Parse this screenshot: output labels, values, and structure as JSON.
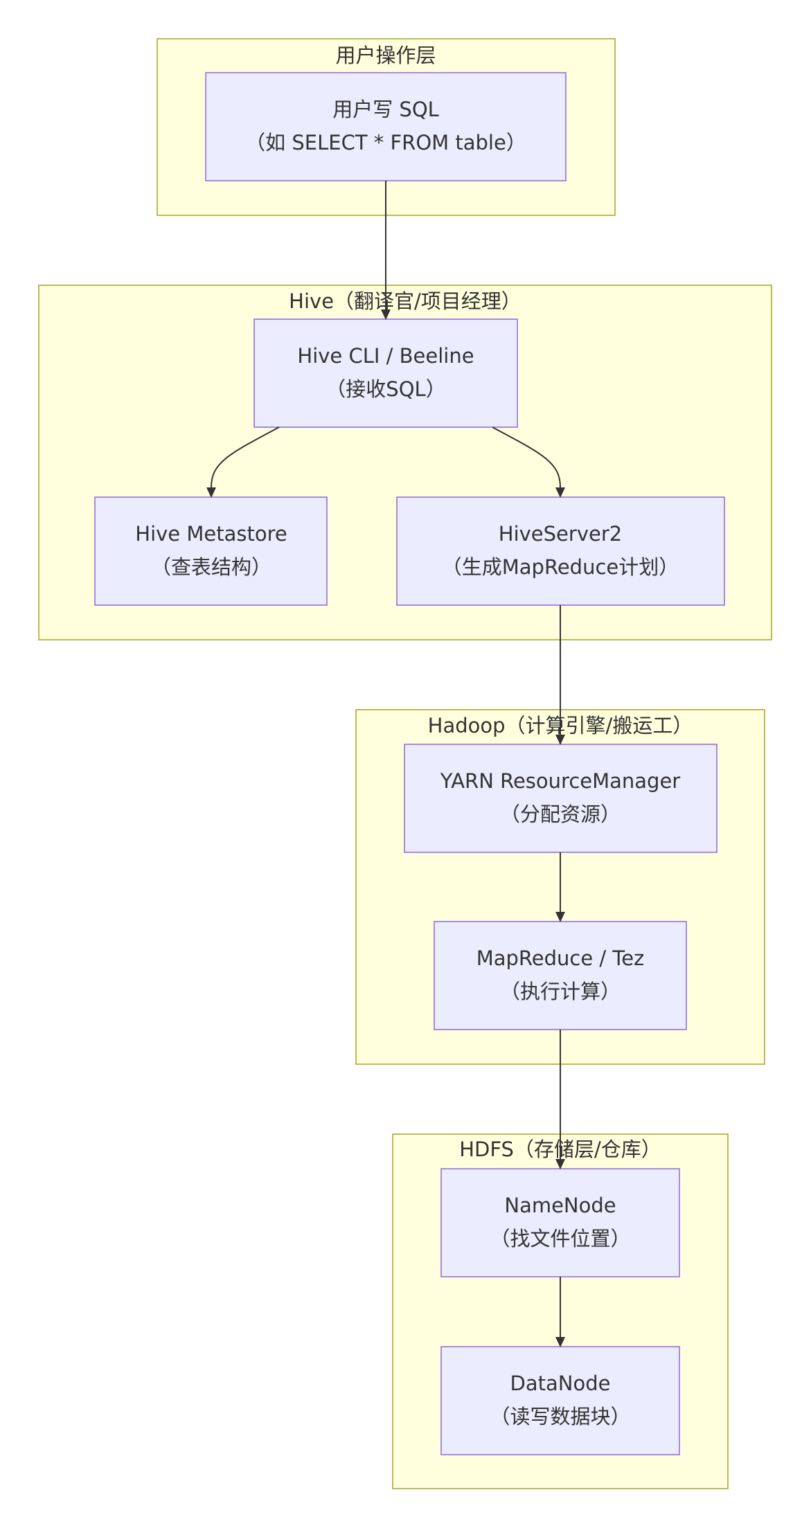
{
  "clusters": {
    "user_layer": {
      "title": "用户操作层"
    },
    "hive": {
      "title": "Hive（翻译官/项目经理）"
    },
    "hadoop": {
      "title": "Hadoop（计算引擎/搬运工）"
    },
    "hdfs": {
      "title": "HDFS（存储层/仓库）"
    }
  },
  "nodes": {
    "user_sql": {
      "line1": "用户写 SQL",
      "line2": "（如 SELECT * FROM table）"
    },
    "hive_cli": {
      "line1": "Hive CLI / Beeline",
      "line2": "（接收SQL）"
    },
    "metastore": {
      "line1": "Hive Metastore",
      "line2": "（查表结构）"
    },
    "hiveserver2": {
      "line1": "HiveServer2",
      "line2": "（生成MapReduce计划）"
    },
    "yarn": {
      "line1": "YARN ResourceManager",
      "line2": "（分配资源）"
    },
    "mapreduce": {
      "line1": "MapReduce / Tez",
      "line2": "（执行计算）"
    },
    "namenode": {
      "line1": "NameNode",
      "line2": "（找文件位置）"
    },
    "datanode": {
      "line1": "DataNode",
      "line2": "（读写数据块）"
    }
  }
}
